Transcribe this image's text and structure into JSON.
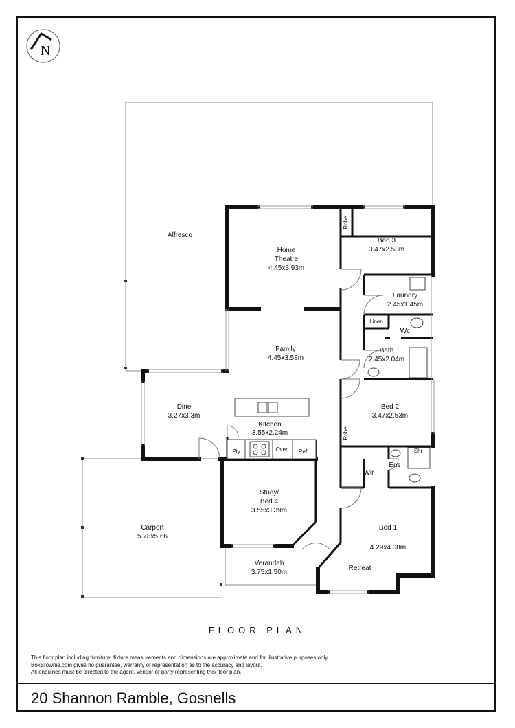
{
  "compass": {
    "label": "N"
  },
  "rooms": {
    "alfresco": {
      "name": "Alfresco"
    },
    "home_theatre": {
      "name_line1": "Home",
      "name_line2": "Theatre",
      "size": "4.45x3.93m"
    },
    "bed3": {
      "name": "Bed 3",
      "size": "3.47x2.53m"
    },
    "robe_top": {
      "name": "Robe"
    },
    "laundry": {
      "name": "Laundry",
      "size": "2.45x1.45m"
    },
    "linen": {
      "name": "Linen"
    },
    "wc": {
      "name": "Wc"
    },
    "bath": {
      "name": "Bath",
      "size": "2.45x2.04m"
    },
    "family": {
      "name": "Family",
      "size": "4.45x3.58m"
    },
    "dine": {
      "name": "Dine",
      "size": "3.27x3.3m"
    },
    "kitchen": {
      "name": "Kitchen",
      "size": "3.55x2.24m"
    },
    "pty": {
      "name": "Pty"
    },
    "oven": {
      "name": "Oven"
    },
    "ref": {
      "name": "Ref"
    },
    "bed2": {
      "name": "Bed 2",
      "size": "3.47x2.53m"
    },
    "robe_mid": {
      "name": "Robe"
    },
    "ens": {
      "name": "Ens"
    },
    "shr": {
      "name": "Shr"
    },
    "wir": {
      "name": "Wir"
    },
    "study": {
      "name_line1": "Study/",
      "name_line2": "Bed 4",
      "size": "3.55x3.39m"
    },
    "bed1": {
      "name": "Bed 1",
      "size": "4.29x4.08m"
    },
    "retreat": {
      "name": "Retreat"
    },
    "verandah": {
      "name": "Verandah",
      "size": "3.75x1.50m"
    },
    "carport": {
      "name": "Carport",
      "size": "5.78x5.66"
    }
  },
  "plan_title": "FLOOR PLAN",
  "disclaimer": [
    "This floor plan including furniture, fixture measurements and dimensions are approximate and for illustrative purposes only.",
    "BoxBrownie.com gives no guarantee, warranty or representation as to the accuracy and layout.",
    "All enquiries must be directed to the agent, vendor or party representing this floor plan."
  ],
  "address": "20 Shannon Ramble, Gosnells"
}
